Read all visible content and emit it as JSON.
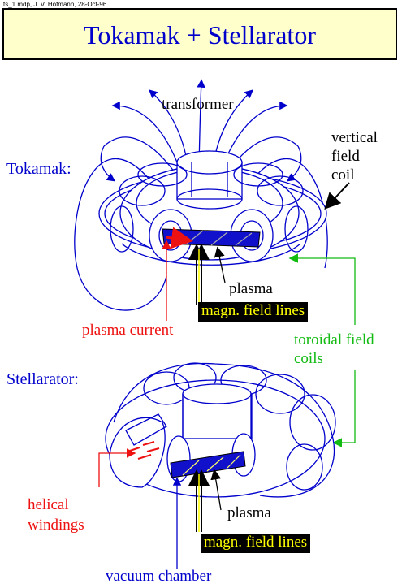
{
  "header": {
    "meta": "ts_1.mdp, J. V. Hofmann, 28-Oct-96",
    "title": "Tokamak + Stellarator"
  },
  "tokamak": {
    "name": "Tokamak:",
    "transformer": "transformer",
    "vertical_coil": [
      "vertical",
      "field",
      "coil"
    ],
    "plasma": "plasma",
    "field_lines": "magn. field lines",
    "plasma_current": "plasma current"
  },
  "toroidal_coils": [
    "toroidal field",
    "coils"
  ],
  "stellarator": {
    "name": "Stellarator:",
    "helical": [
      "helical",
      "windings"
    ],
    "plasma": "plasma",
    "field_lines": "magn. field lines",
    "vacuum_chamber": "vacuum chamber"
  },
  "colors": {
    "title": "#0000cc",
    "device": "#0000cc",
    "plasma_current": "#ee1111",
    "toroidal_coils": "#11bb11",
    "field_box_bg": "#000000",
    "field_box_text": "#ffff00"
  }
}
